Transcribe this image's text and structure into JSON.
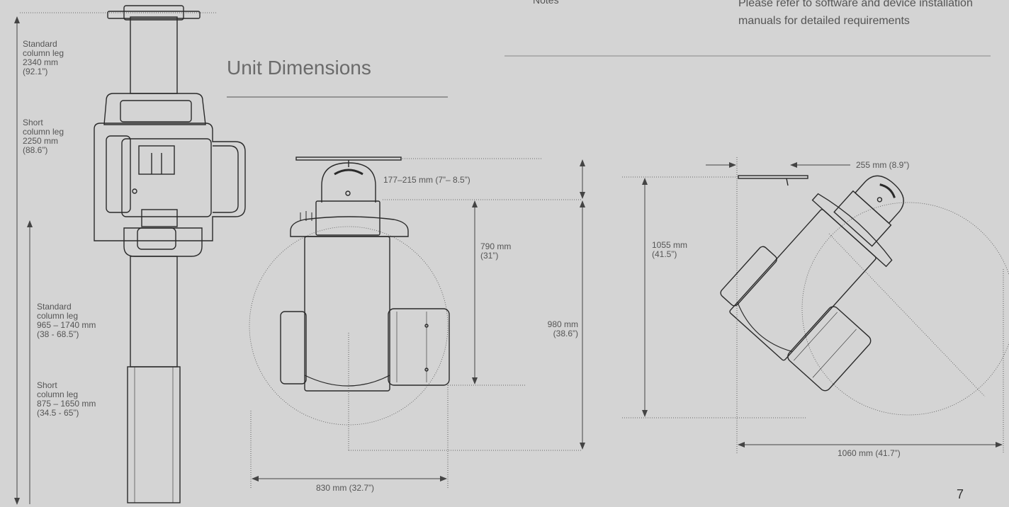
{
  "notes": {
    "label": "Notes",
    "text": "Please refer to software and device installation manuals for detailed requirements"
  },
  "section_title": "Unit Dimensions",
  "side_view": {
    "standard_leg_total": "Standard\ncolumn leg\n2340 mm\n(92.1”)",
    "short_leg_total": "Short\ncolumn leg\n2250 mm\n(88.6”)",
    "standard_leg_range": "Standard\ncolumn leg\n965 – 1740 mm\n(38 - 68.5”)",
    "short_leg_range": "Short\ncolumn leg\n875 – 1650 mm\n(34.5 - 65”)"
  },
  "top_view": {
    "head_width": "177–215 mm (7”– 8.5”)",
    "depth_790": "790 mm\n(31”)",
    "depth_980": "980 mm\n(38.6”)",
    "width_830": "830 mm (32.7”)"
  },
  "rotated_view": {
    "offset_255": "255 mm (8.9”)",
    "depth_1055": "1055 mm\n(41.5”)",
    "width_1060": "1060 mm (41.7”)"
  },
  "page_number": "7",
  "colors": {
    "background": "#d4d4d4",
    "line": "#2a2a2a",
    "dim_line": "#444444",
    "rule": "#888888"
  }
}
